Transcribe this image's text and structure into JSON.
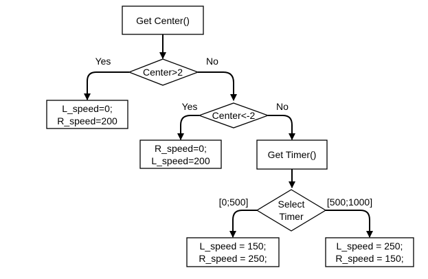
{
  "nodes": {
    "get_center": {
      "lines": [
        "Get Center()"
      ]
    },
    "center_gt_2": {
      "lines": [
        "Center>2"
      ]
    },
    "left_turn_action": {
      "lines": [
        "L_speed=0;",
        "R_speed=200"
      ]
    },
    "center_lt_neg2": {
      "lines": [
        "Center<-2"
      ]
    },
    "right_turn_action": {
      "lines": [
        "R_speed=0;",
        "L_speed=200"
      ]
    },
    "get_timer": {
      "lines": [
        "Get Timer()"
      ]
    },
    "select_timer": {
      "lines": [
        "Select",
        "Timer"
      ]
    },
    "timer_low_action": {
      "lines": [
        "L_speed = 150;",
        "R_speed = 250;"
      ]
    },
    "timer_high_action": {
      "lines": [
        "L_speed = 250;",
        "R_speed = 150;"
      ]
    }
  },
  "edge_labels": {
    "center_gt_2_yes": "Yes",
    "center_gt_2_no": "No",
    "center_lt_neg2_yes": "Yes",
    "center_lt_neg2_no": "No",
    "timer_range_low": "[0;500]",
    "timer_range_high": "[500;1000]"
  }
}
